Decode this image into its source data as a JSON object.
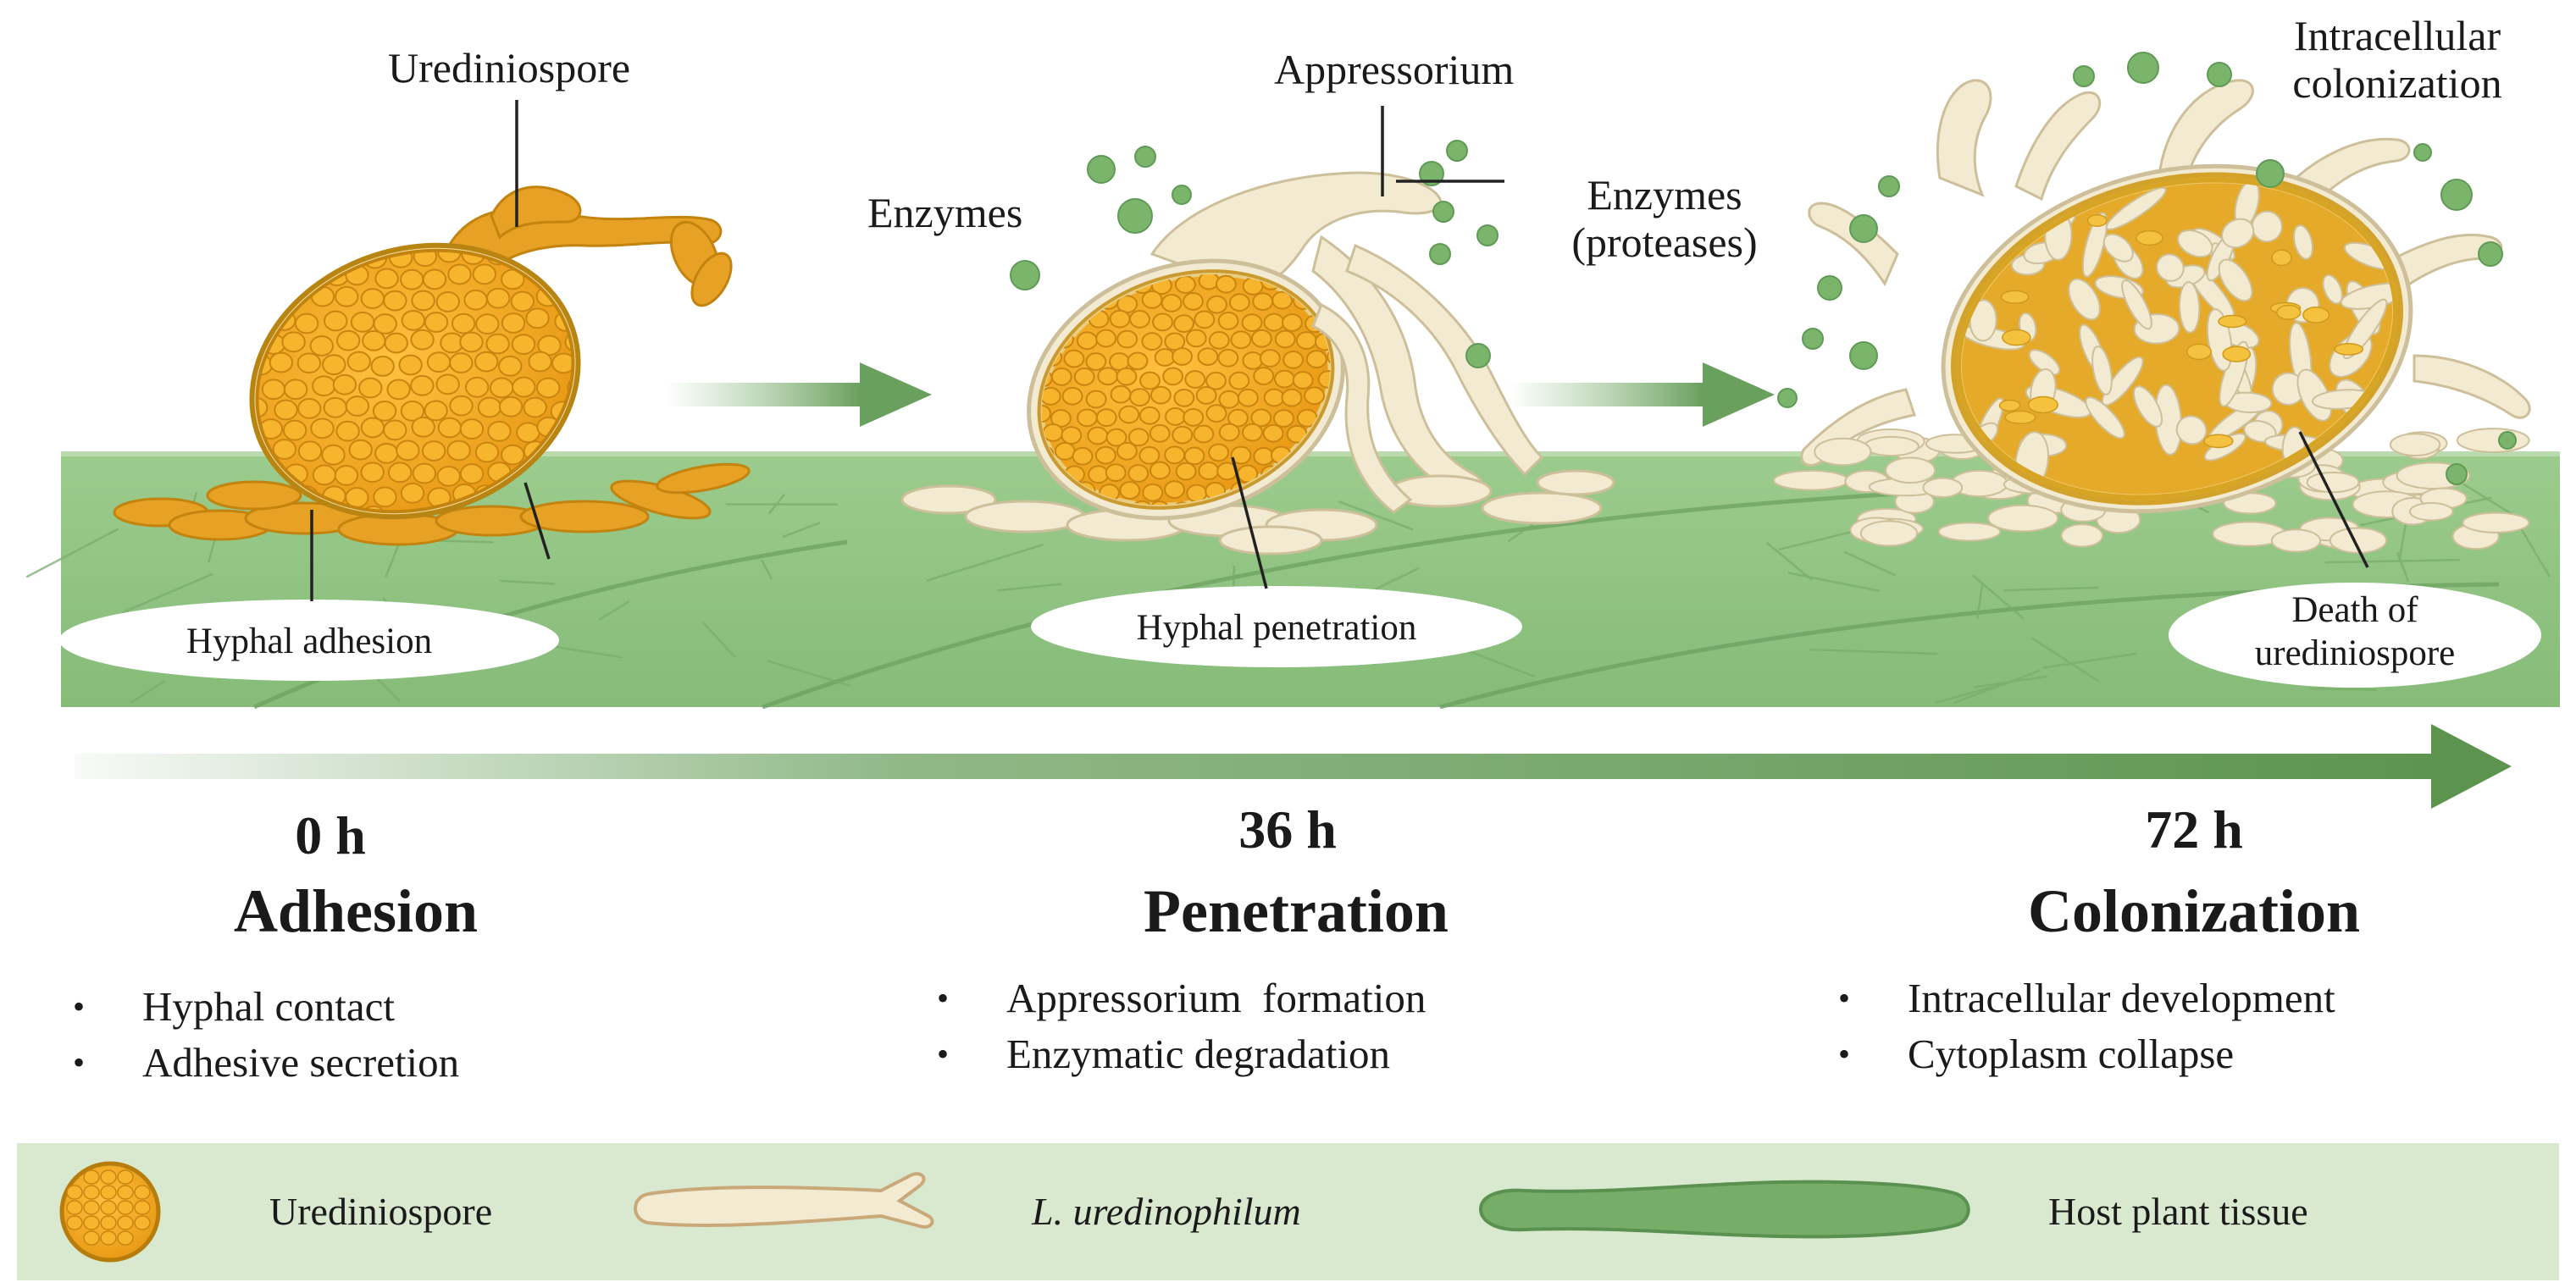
{
  "callouts": {
    "urediniospore": "Urediniospore",
    "appressorium": "Appressorium",
    "enzymes": "Enzymes",
    "enzymes_proteases": "Enzymes\n(proteases)",
    "intracellular_colonization": "Intracellular\ncolonization",
    "hyphal_adhesion": "Hyphal adhesion",
    "hyphal_penetration": "Hyphal penetration",
    "death_of_urediniospore": "Death of\nurediniospore"
  },
  "stages": [
    {
      "time": "0 h",
      "phase": "Adhesion",
      "bullets": [
        "Hyphal contact",
        "Adhesive secretion"
      ]
    },
    {
      "time": "36 h",
      "phase": "Penetration",
      "bullets": [
        "Appressorium  formation",
        "Enzymatic degradation"
      ]
    },
    {
      "time": "72 h",
      "phase": "Colonization",
      "bullets": [
        "Intracellular development",
        "Cytoplasm collapse"
      ]
    }
  ],
  "legend": {
    "items": [
      {
        "label": "Urediniospore",
        "icon": "urediniospore-icon"
      },
      {
        "label": "L. uredinophilum",
        "icon": "hypha-icon"
      },
      {
        "label": "Host plant tissue",
        "icon": "plant-tissue-icon"
      }
    ]
  },
  "colors": {
    "spore_orange": "#f0a51e",
    "spore_dark": "#c98510",
    "hypha_cream": "#f3ead2",
    "leaf_green": "#8cc27e",
    "leaf_dark": "#5f9a57",
    "arrow_green": "#6aa05e",
    "enzyme_green": "#7bb56b",
    "legend_bg": "#d9e9cf"
  }
}
